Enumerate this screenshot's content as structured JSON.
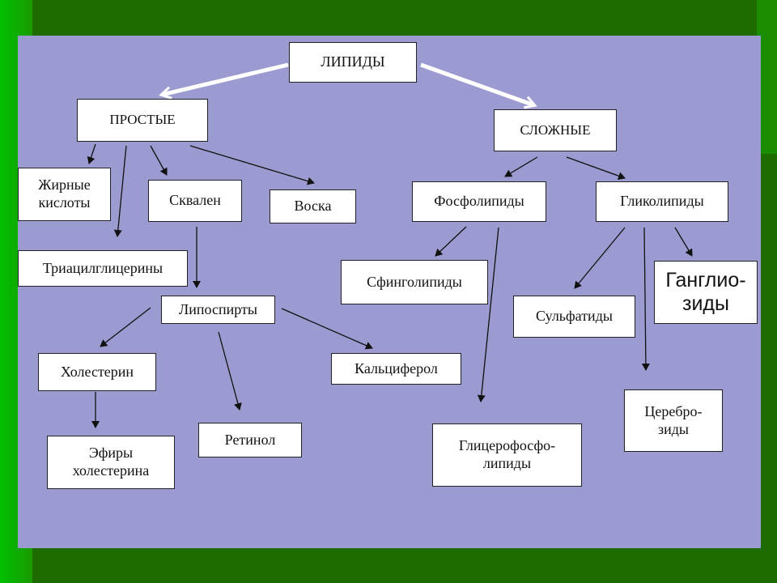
{
  "diagram": {
    "root": "ЛИПИДЫ",
    "simple": "ПРОСТЫЕ",
    "complex": "СЛОЖНЫЕ",
    "fatty_acids": "Жирные\nкислоты",
    "triacyl": "Триацилглицерины",
    "squalene": "Сквален",
    "waxes": "Воска",
    "lipospirts": "Липоспирты",
    "cholesterol": "Холестерин",
    "cholesterol_esters": "Эфиры\nхолестерина",
    "retinol": "Ретинол",
    "calciferol": "Кальциферол",
    "phospholipids": "Фосфолипиды",
    "glycolipids": "Гликолипиды",
    "sphingolipids": "Сфинголипиды",
    "glycerophospholipids": "Глицерофосфо-\nлипиды",
    "sulfatides": "Сульфатиды",
    "gangliosides": "Ганглио-\nзиды",
    "cerebrosides": "Церебро-\nзиды"
  },
  "colors": {
    "panel": "#9b9bd2",
    "background": "#1e6b00",
    "left_bar": "#00c000",
    "box": "#ffffff",
    "arrow": "#111111",
    "main_arrow": "#ffffff"
  }
}
